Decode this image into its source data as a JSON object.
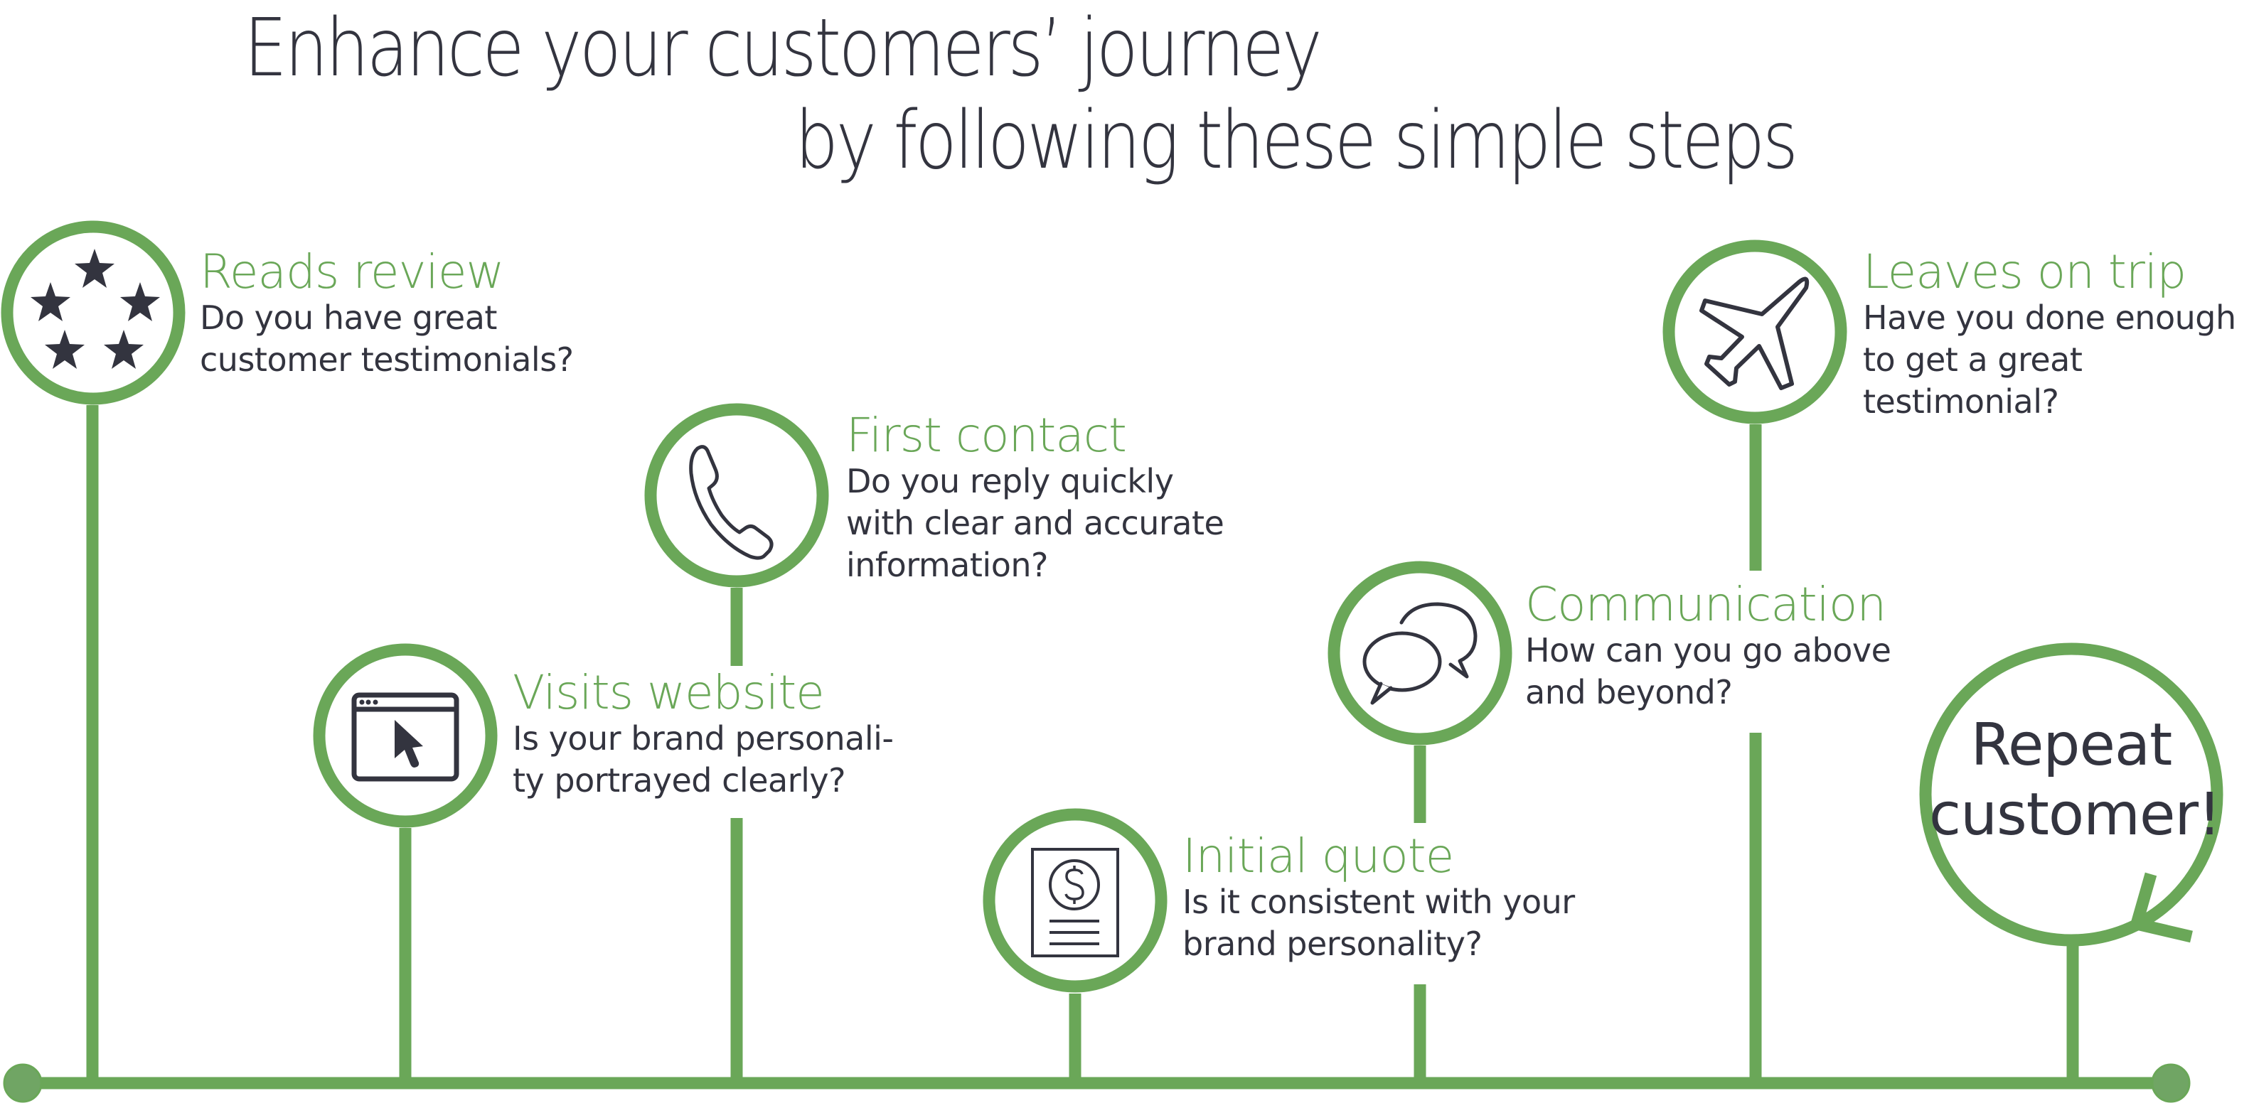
{
  "headline": {
    "line1": "Enhance your customers’ journey",
    "line2": "by following these simple steps"
  },
  "colors": {
    "accent_green": "#6aa758",
    "dark_text": "#33343f",
    "endpoint_fill": "#70a564",
    "background": "#ffffff"
  },
  "steps": [
    {
      "order": 1,
      "icon": "stars-icon",
      "title": "Reads review",
      "body": [
        "Do you have great",
        "customer testimonials?"
      ]
    },
    {
      "order": 2,
      "icon": "browser-cursor-icon",
      "title": "Visits website",
      "body": [
        "Is your brand personali-",
        "ty portrayed clearly?"
      ]
    },
    {
      "order": 3,
      "icon": "phone-icon",
      "title": "First contact",
      "body": [
        "Do you reply quickly",
        "with clear and accurate",
        "information?"
      ]
    },
    {
      "order": 4,
      "icon": "quote-document-icon",
      "title": "Initial quote",
      "body": [
        "Is it consistent with your",
        "brand personality?"
      ]
    },
    {
      "order": 5,
      "icon": "chat-bubbles-icon",
      "title": "Communication",
      "body": [
        "How can you go above",
        "and beyond?"
      ]
    },
    {
      "order": 6,
      "icon": "airplane-icon",
      "title": "Leaves on trip",
      "body": [
        "Have you done enough",
        "to get a great",
        "testimonial?"
      ]
    }
  ],
  "final_step": {
    "icon": "repeat-loop-icon",
    "lines": [
      "Repeat",
      "customer!"
    ]
  }
}
